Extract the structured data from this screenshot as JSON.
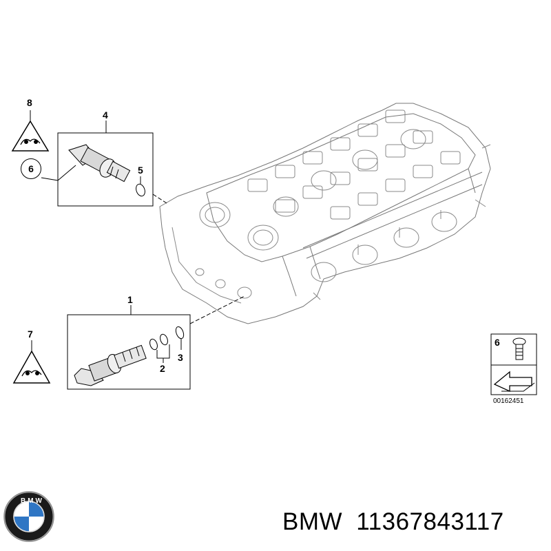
{
  "diagram": {
    "callouts": {
      "c1": "1",
      "c2": "2",
      "c3": "3",
      "c4": "4",
      "c5": "5",
      "c6": "6",
      "c7": "7",
      "c8": "8"
    },
    "legend": {
      "number": "6",
      "reference_code": "00162451"
    }
  },
  "footer": {
    "brand": "BMW",
    "part_number": "11367843117",
    "logo_letters": "BMW"
  }
}
